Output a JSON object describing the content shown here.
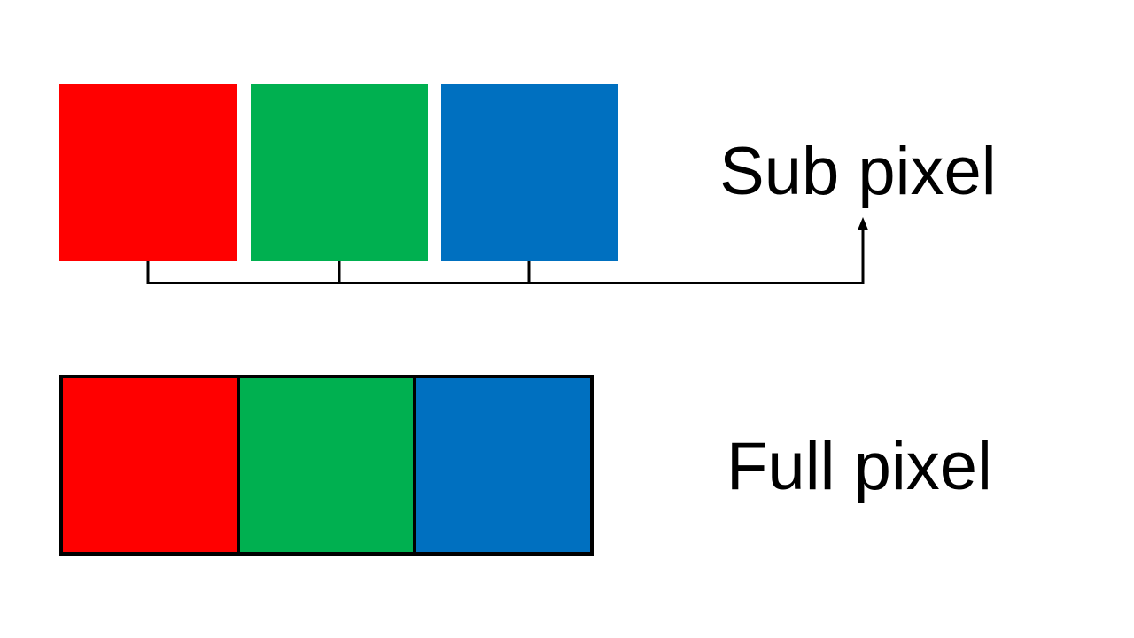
{
  "diagram": {
    "background_color": "#FFFFFF",
    "text_color": "#000000",
    "connector_color": "#000000",
    "sub_pixel": {
      "label": "Sub pixel",
      "swatches": [
        {
          "name": "red sub-pixel",
          "color": "#FF0000"
        },
        {
          "name": "green sub-pixel",
          "color": "#00B050"
        },
        {
          "name": "blue sub-pixel",
          "color": "#0070C0"
        }
      ]
    },
    "full_pixel": {
      "label": "Full pixel",
      "border_color": "#000000",
      "swatches": [
        {
          "name": "red cell",
          "color": "#FF0000"
        },
        {
          "name": "green cell",
          "color": "#00B050"
        },
        {
          "name": "blue cell",
          "color": "#0070C0"
        }
      ]
    }
  }
}
